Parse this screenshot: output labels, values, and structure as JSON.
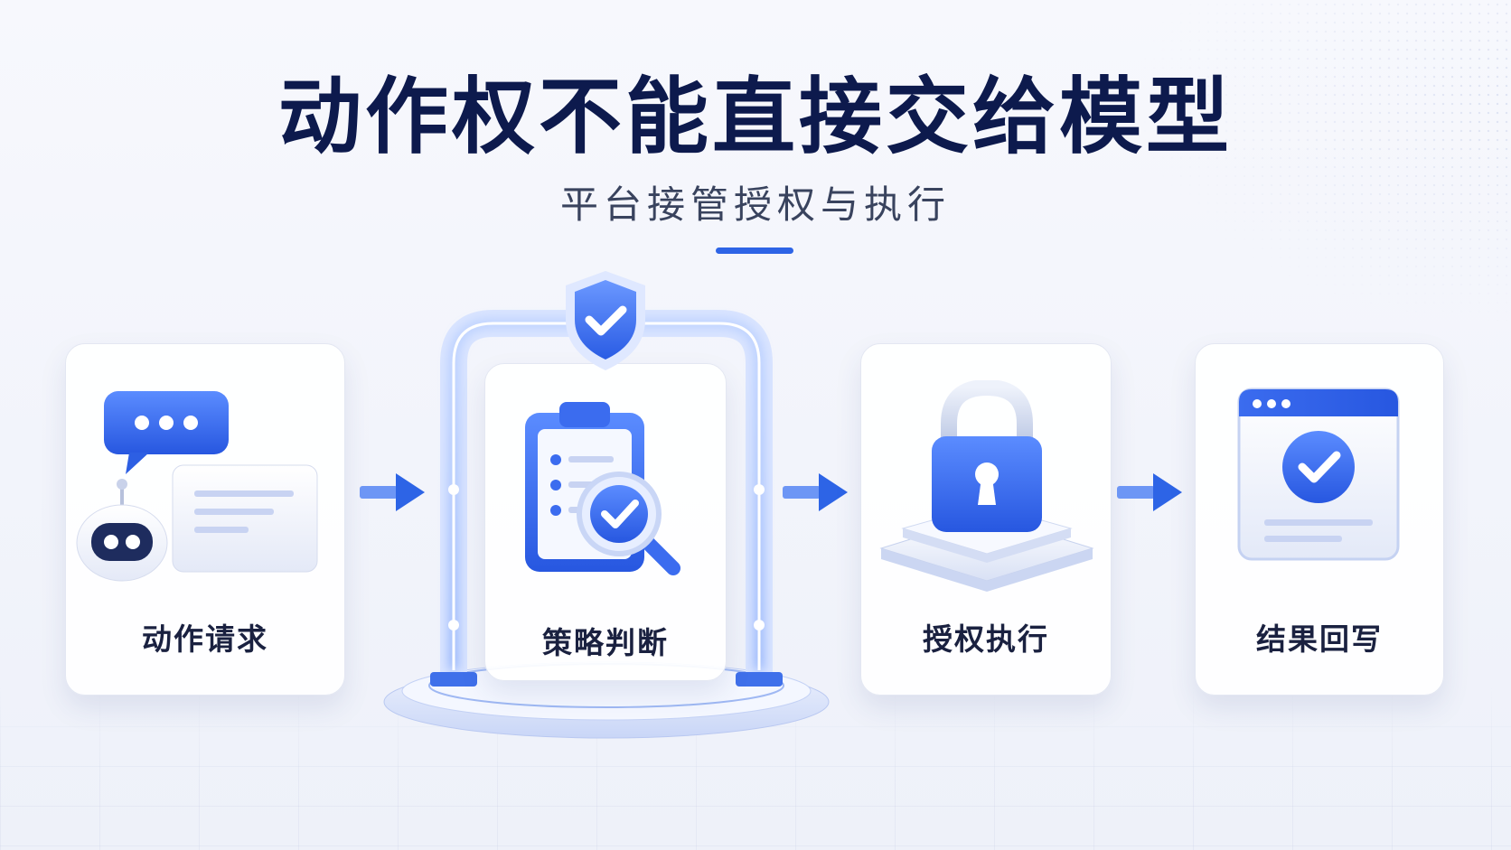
{
  "title": "动作权不能直接交给模型",
  "subtitle": "平台接管授权与执行",
  "accent_color": "#2d64e6",
  "steps": [
    {
      "label": "动作请求",
      "icon": "chat-robot-icon"
    },
    {
      "label": "策略判断",
      "icon": "clipboard-check-magnifier-icon"
    },
    {
      "label": "授权执行",
      "icon": "padlock-icon"
    },
    {
      "label": "结果回写",
      "icon": "browser-check-icon"
    }
  ],
  "gate_icon": "shield-check-icon"
}
